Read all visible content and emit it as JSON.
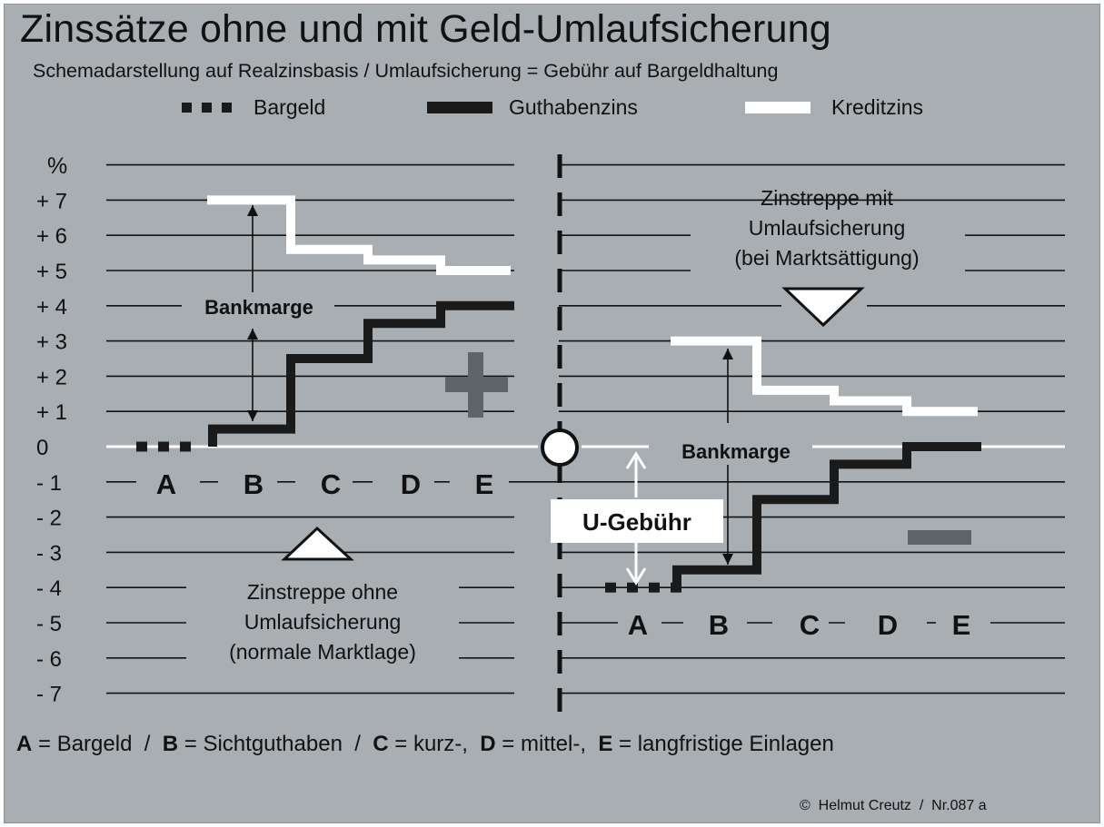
{
  "title": "Zinssätze ohne und mit Geld-Umlaufsicherung",
  "subtitle": "Schemadarstellung auf Realzinsbasis   /   Umlaufsicherung = Gebühr auf Bargeldhaltung",
  "legend": {
    "bargeld": "Bargeld",
    "guthabenzins": "Guthabenzins",
    "kreditzins": "Kreditzins"
  },
  "colors": {
    "background": "#a9aeb3",
    "bargeld": "#1a1a1a",
    "guthabenzins": "#1a1a1a",
    "kreditzins": "#ffffff",
    "zero_line": "#ffffff",
    "plus_sign": "#5e6468",
    "minus_sign": "#5e6468"
  },
  "chart_data": {
    "type": "line",
    "y_unit": "%",
    "ylim": [
      -7,
      7
    ],
    "y_ticks": [
      "+ 7",
      "+ 6",
      "+ 5",
      "+ 4",
      "+ 3",
      "+ 2",
      "+ 1",
      "0",
      "- 1",
      "- 2",
      "- 3",
      "- 4",
      "- 5",
      "- 6",
      "- 7"
    ],
    "grid": true,
    "legend_placement": "top",
    "panels": [
      {
        "categories": [
          "A",
          "B",
          "C",
          "D",
          "E"
        ],
        "series": [
          {
            "name": "Bargeld",
            "style": "dotted",
            "values": [
              0
            ]
          },
          {
            "name": "Guthabenzins",
            "style": "step",
            "values": [
              0,
              0.5,
              2.5,
              3.5,
              4
            ]
          },
          {
            "name": "Kreditzins",
            "style": "step",
            "values": [
              7,
              5.6,
              5.3,
              5
            ]
          }
        ],
        "annotations": [
          "Bankmarge",
          "Zinstreppe ohne",
          "Umlaufsicherung",
          "(normale Marktlage)",
          "+"
        ]
      },
      {
        "categories": [
          "A",
          "B",
          "C",
          "D",
          "E"
        ],
        "series": [
          {
            "name": "Bargeld",
            "style": "dotted",
            "values": [
              -4
            ]
          },
          {
            "name": "Guthabenzins",
            "style": "step",
            "values": [
              -4,
              -3.5,
              -1.5,
              -0.5,
              0
            ]
          },
          {
            "name": "Kreditzins",
            "style": "step",
            "values": [
              3,
              1.6,
              1.3,
              1
            ]
          }
        ],
        "annotations": [
          "Zinstreppe mit",
          "Umlaufsicherung",
          "(bei Marktsättigung)",
          "Bankmarge",
          "U-Gebühr",
          "–"
        ]
      }
    ]
  },
  "footnote": {
    "a_key": "A",
    "a_text": " = Bargeld  /  ",
    "b_key": "B",
    "b_text": " = Sichtguthaben  /  ",
    "c_key": "C",
    "c_text": " = kurz-,  ",
    "d_key": "D",
    "d_text": " = mittel-,  ",
    "e_key": "E",
    "e_text": " = langfristige Einlagen"
  },
  "copyright": "©  Helmut Creutz  /  Nr.087 a"
}
